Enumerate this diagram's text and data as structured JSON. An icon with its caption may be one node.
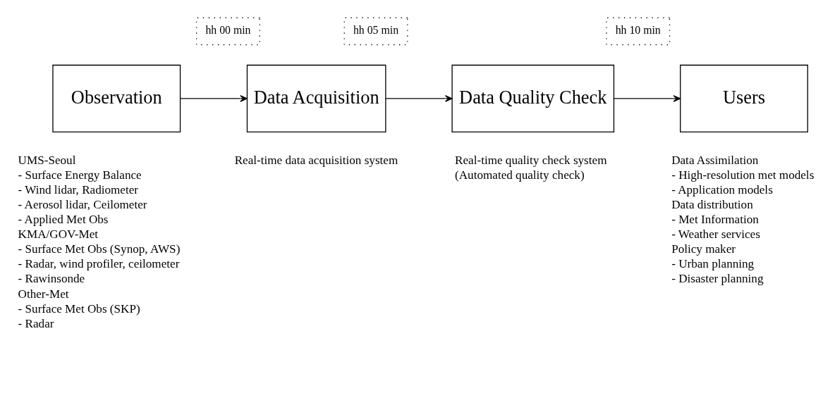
{
  "diagram": {
    "nodes": [
      {
        "text": [
          "Observation"
        ],
        "beside": [
          "UMS-Seoul",
          "- Surface Energy Balance",
          "- Wind lidar, Radiometer",
          "- Aerosol lidar, Ceilometer",
          "- Applied Met Obs",
          "KMA/GOV-Met",
          "- Surface Met Obs (Synop, AWS)",
          "- Radar, wind profiler, ceilometer",
          "- Rawinsonde",
          "Other-Met",
          "- Surface Met Obs (SKP)",
          "- Radar"
        ]
      },
      {
        "text": [
          "Data Acquisition"
        ],
        "beside": [
          "Real-time data acquisition system"
        ]
      },
      {
        "text": [
          "Data Quality Check"
        ],
        "beside": [
          "Real-time quality check system",
          "(Automated quality check)"
        ]
      },
      {
        "text": [
          "Users"
        ],
        "beside": [
          "Data Assimilation",
          "- High-resolution met models",
          "- Application models",
          "Data distribution",
          "- Met Information",
          "- Weather services",
          "Policy maker",
          "- Urban planning",
          "- Disaster planning"
        ]
      },
      {
        "text": [
          "hh 00 min"
        ]
      },
      {
        "text": [
          "hh 05 min"
        ]
      },
      {
        "text": [
          "hh 10 min"
        ]
      }
    ],
    "edges": [
      {
        "from": 0,
        "to": 1,
        "arrow": "to"
      },
      {
        "from": 1,
        "to": 2,
        "arrow": "to"
      },
      {
        "from": 2,
        "to": 3,
        "arrow": "to"
      }
    ]
  }
}
